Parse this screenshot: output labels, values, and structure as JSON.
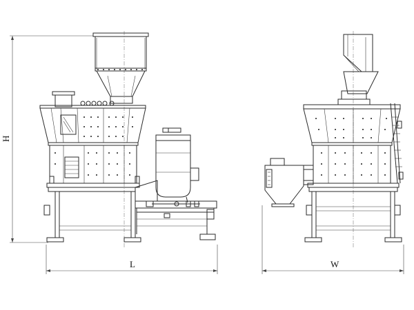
{
  "dimensions": {
    "height_label": "H",
    "length_label": "L",
    "width_label": "W"
  },
  "colors": {
    "line": "#2a2a2a",
    "background": "#ffffff"
  }
}
